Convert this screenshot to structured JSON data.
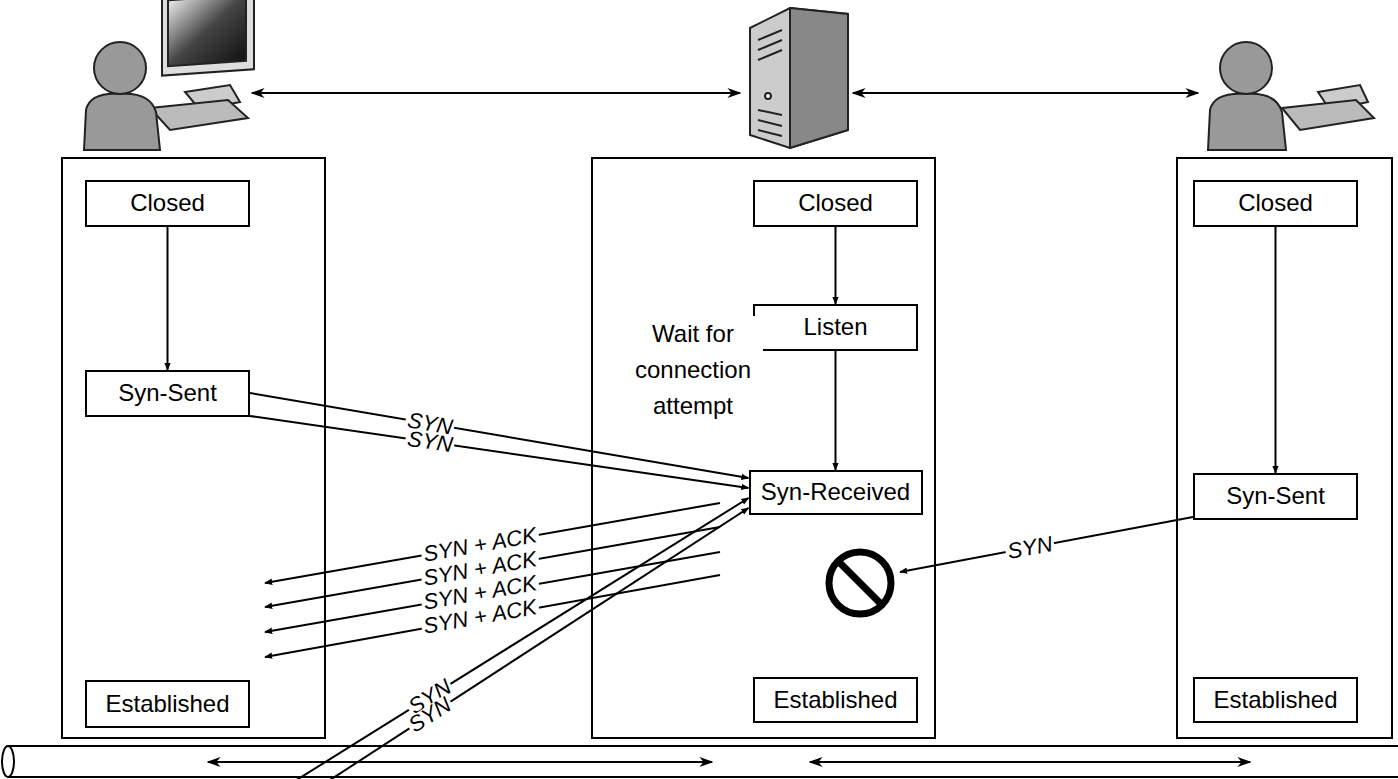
{
  "diagram": {
    "nodes": [
      {
        "text": [
          "Closed"
        ]
      },
      {
        "text": [
          "Syn-Sent"
        ]
      },
      {
        "text": [
          "Established"
        ]
      },
      {
        "text": [
          "Closed"
        ]
      },
      {
        "text": [
          "Listen"
        ]
      },
      {
        "text": [
          "Syn-Received"
        ]
      },
      {
        "text": [
          "Established"
        ]
      },
      {
        "text": [
          "Closed"
        ]
      },
      {
        "text": [
          "Syn-Sent"
        ]
      },
      {
        "text": [
          "Established"
        ]
      }
    ],
    "edges": [
      {
        "from": 0,
        "to": 1,
        "arrow": "to"
      },
      {
        "from": 3,
        "to": 4,
        "arrow": "to"
      },
      {
        "from": 4,
        "to": 5,
        "arrow": "to"
      },
      {
        "from": 7,
        "to": 8,
        "arrow": "to"
      },
      {
        "from": 1,
        "to": 5,
        "label": "SYN",
        "arrow": "to"
      },
      {
        "from": 1,
        "to": 5,
        "label": "SYN",
        "arrow": "to"
      },
      {
        "from": 1,
        "to": 5,
        "label": "SYN",
        "arrow": "to"
      },
      {
        "from": 1,
        "to": 5,
        "label": "SYN",
        "arrow": "to"
      }
    ],
    "labels": [
      "Wait for connection attempt",
      "SYN + ACK",
      "SYN + ACK",
      "SYN + ACK",
      "SYN + ACK",
      "SYN"
    ]
  }
}
